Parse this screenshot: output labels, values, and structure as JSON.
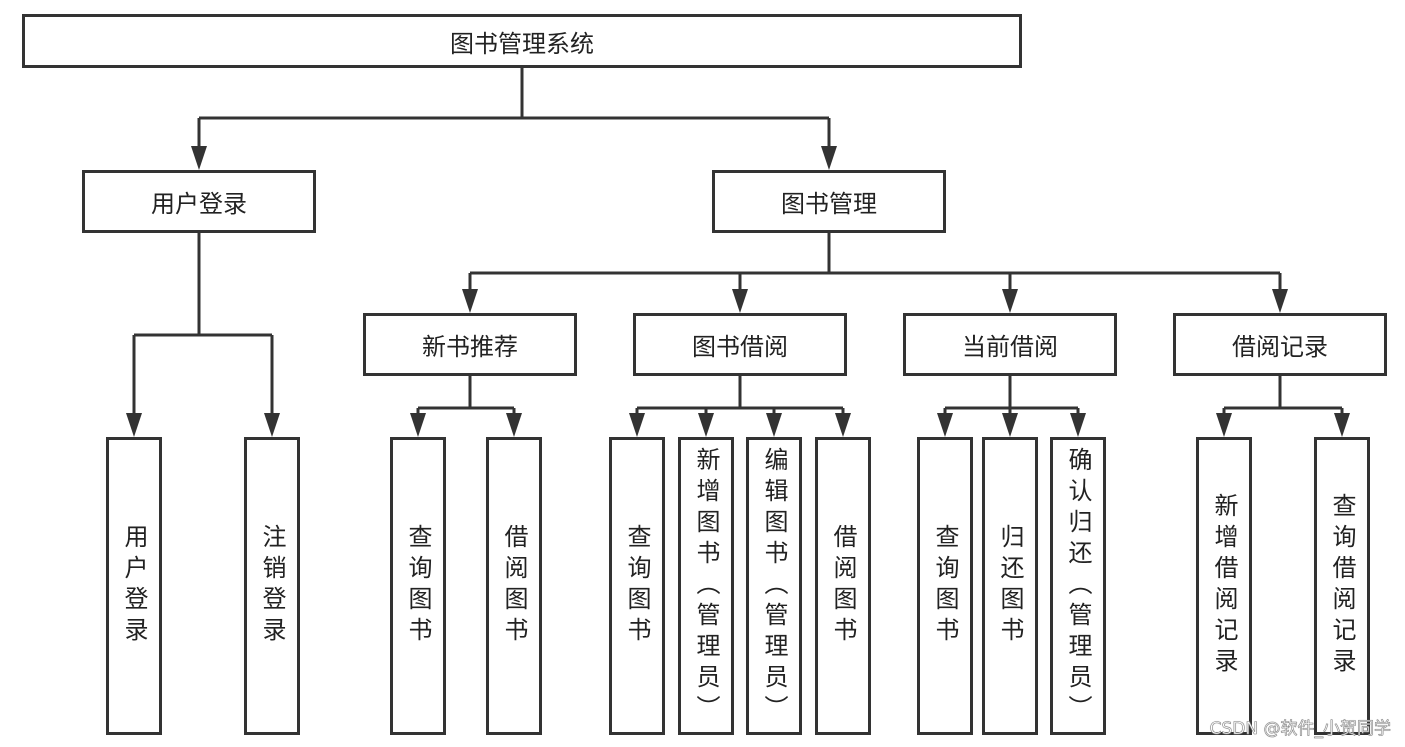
{
  "root": {
    "label": "图书管理系统",
    "children": [
      {
        "label": "用户登录",
        "children": [
          {
            "label": "用户登录"
          },
          {
            "label": "注销登录"
          }
        ]
      },
      {
        "label": "图书管理",
        "children": [
          {
            "label": "新书推荐",
            "children": [
              {
                "label": "查询图书"
              },
              {
                "label": "借阅图书"
              }
            ]
          },
          {
            "label": "图书借阅",
            "children": [
              {
                "label": "查询图书"
              },
              {
                "label": "新增图书（管理员）"
              },
              {
                "label": "编辑图书（管理员）"
              },
              {
                "label": "借阅图书"
              }
            ]
          },
          {
            "label": "当前借阅",
            "children": [
              {
                "label": "查询图书"
              },
              {
                "label": "归还图书"
              },
              {
                "label": "确认归还（管理员）"
              }
            ]
          },
          {
            "label": "借阅记录",
            "children": [
              {
                "label": "新增借阅记录"
              },
              {
                "label": "查询借阅记录"
              }
            ]
          }
        ]
      }
    ]
  },
  "watermark": "CSDN @软件_小贺同学",
  "colors": {
    "line": "#333333",
    "box_border": "#333333"
  }
}
